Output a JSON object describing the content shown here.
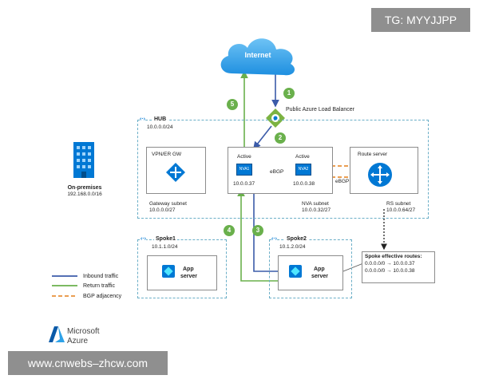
{
  "watermark": {
    "top": "TG: MYYJJPP",
    "bottom": "www.cnwebs–zhcw.com"
  },
  "internet": {
    "label": "Internet"
  },
  "lb": {
    "label": "Public Azure Load Balancer"
  },
  "hub": {
    "title": "HUB",
    "cidr": "10.0.0.0/24"
  },
  "onprem": {
    "title": "On-premises",
    "cidr": "192.168.0.0/16"
  },
  "vpn": {
    "title": "VPN/ER GW",
    "subnet": "Gateway subnet",
    "cidr": "10.0.0.0/27"
  },
  "nva": {
    "active1": "Active",
    "active2": "Active",
    "nva1": "NVA1",
    "nva2": "NVA2",
    "ip1": "10.0.0.37",
    "ip2": "10.0.0.38",
    "ebgp": "eBGP",
    "subnet": "NVA subnet",
    "cidr": "10.0.0.32/27"
  },
  "rs": {
    "title": "Route server",
    "ebgp": "eBGP",
    "subnet": "RS subnet",
    "cidr": "10.0.0.64/27"
  },
  "spoke1": {
    "title": "Spoke1",
    "cidr": "10.1.1.0/24",
    "app_line1": "App",
    "app_line2": "server"
  },
  "spoke2": {
    "title": "Spoke2",
    "cidr": "10.1.2.0/24",
    "app_line1": "App",
    "app_line2": "server"
  },
  "routes": {
    "title": "Spoke effective routes:",
    "route1": "0.0.0.0/0 → 10.0.0.37",
    "route2": "0.0.0.0/0 → 10.0.0.38"
  },
  "legend": {
    "inbound": "Inbound traffic",
    "return": "Return traffic",
    "bgp": "BGP adjacency"
  },
  "steps": [
    "1",
    "2",
    "3",
    "4",
    "5"
  ],
  "brand": {
    "line1": "Microsoft",
    "line2": "Azure"
  },
  "colors": {
    "inbound": "#3b5ba9",
    "return": "#6ab04c",
    "bgp": "#e8913a",
    "azure_blue": "#0078d4",
    "dashed": "#6aaec7"
  }
}
